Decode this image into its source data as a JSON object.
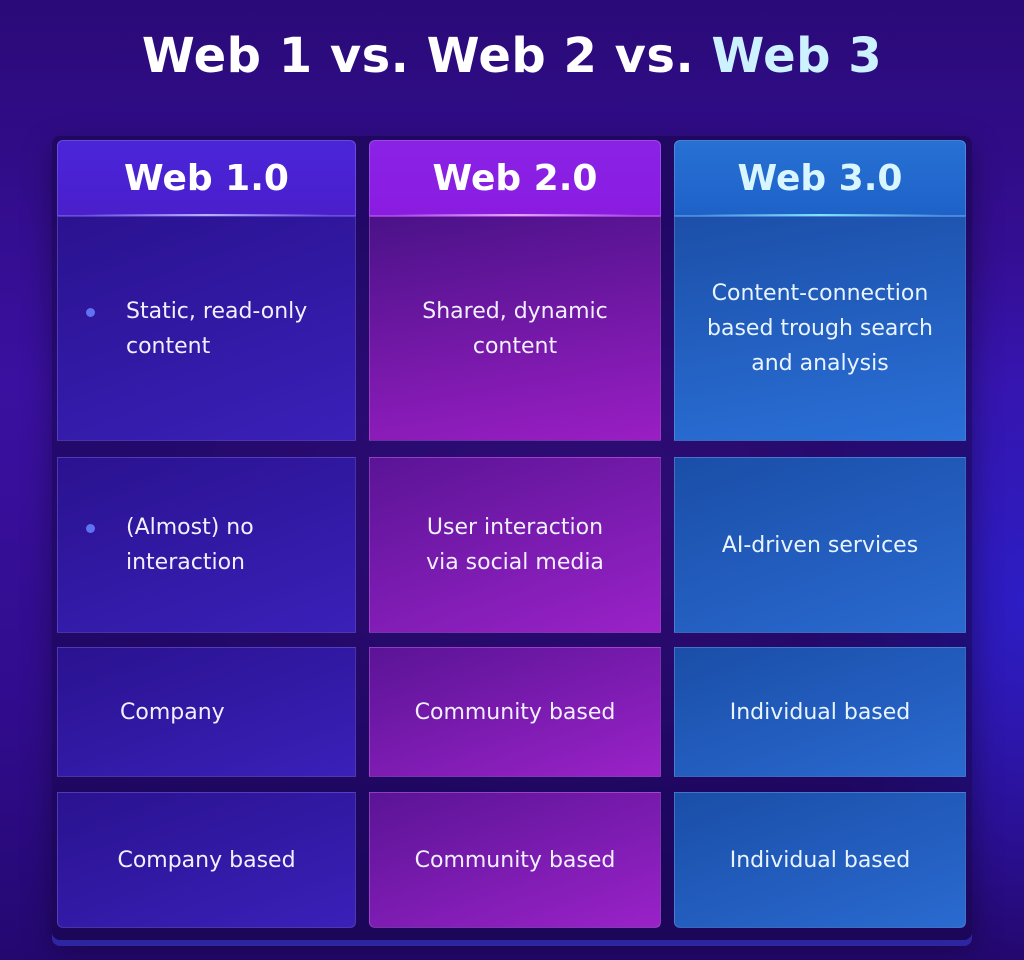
{
  "title": {
    "part1": "Web 1 vs. Web 2 vs. ",
    "part2": "Web 3"
  },
  "colors": {
    "web1": "#4a25d8",
    "web2": "#8a22e6",
    "web3": "#2870d4",
    "bullet": "#5f72f2",
    "background": "#300c8c"
  },
  "columns": [
    {
      "header": "Web 1.0",
      "cells": [
        {
          "text": "Static, read-only content",
          "line1": "Static, read-only",
          "line2": "content",
          "bullet": true
        },
        {
          "text": "(Almost) no interaction",
          "line1": "(Almost) no",
          "line2": "interaction",
          "bullet": true
        },
        {
          "text": "Company",
          "bullet": false
        },
        {
          "text": "Company based",
          "bullet": false
        }
      ]
    },
    {
      "header": "Web 2.0",
      "cells": [
        {
          "text": "Shared, dynamic content",
          "line1": "Shared, dynamic",
          "line2": "content"
        },
        {
          "text": "User interaction via social media",
          "line1": "User interaction",
          "line2": "via social media"
        },
        {
          "text": "Community based"
        },
        {
          "text": "Community based"
        }
      ]
    },
    {
      "header": "Web 3.0",
      "cells": [
        {
          "text": "Content-connection based trough search and analysis",
          "line1": "Content-connection",
          "line2": "based trough search",
          "line3": "and analysis"
        },
        {
          "text": "AI-driven services"
        },
        {
          "text": "Individual based"
        },
        {
          "text": "Individual based"
        }
      ]
    }
  ]
}
